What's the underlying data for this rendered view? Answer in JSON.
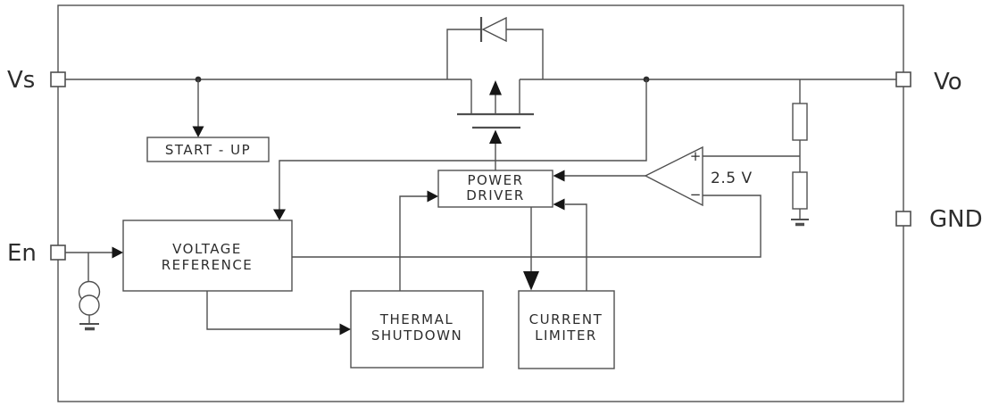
{
  "pins": {
    "vs": "Vs",
    "en": "En",
    "vo": "Vo",
    "gnd": "GND"
  },
  "blocks": {
    "startup": {
      "line1": "START - UP"
    },
    "voltage_reference": {
      "line1": "VOLTAGE",
      "line2": "REFERENCE"
    },
    "power_driver": {
      "line1": "POWER",
      "line2": "DRIVER"
    },
    "thermal_shutdown": {
      "line1": "THERMAL",
      "line2": "SHUTDOWN"
    },
    "current_limiter": {
      "line1": "CURRENT",
      "line2": "LIMITER"
    }
  },
  "amplifier": {
    "plus": "+",
    "minus": "−",
    "reference_voltage": "2.5 V"
  },
  "symbols": {
    "pass_transistor": "pmos-pass-transistor",
    "diode": "body-diode",
    "divider": "feedback-resistor-divider",
    "current_source": "enable-current-source",
    "ground": "ground"
  },
  "colors": {
    "background": "#ffffff",
    "line": "#4f4f4f",
    "text": "#2d2d2d",
    "arrow": "#161616"
  }
}
